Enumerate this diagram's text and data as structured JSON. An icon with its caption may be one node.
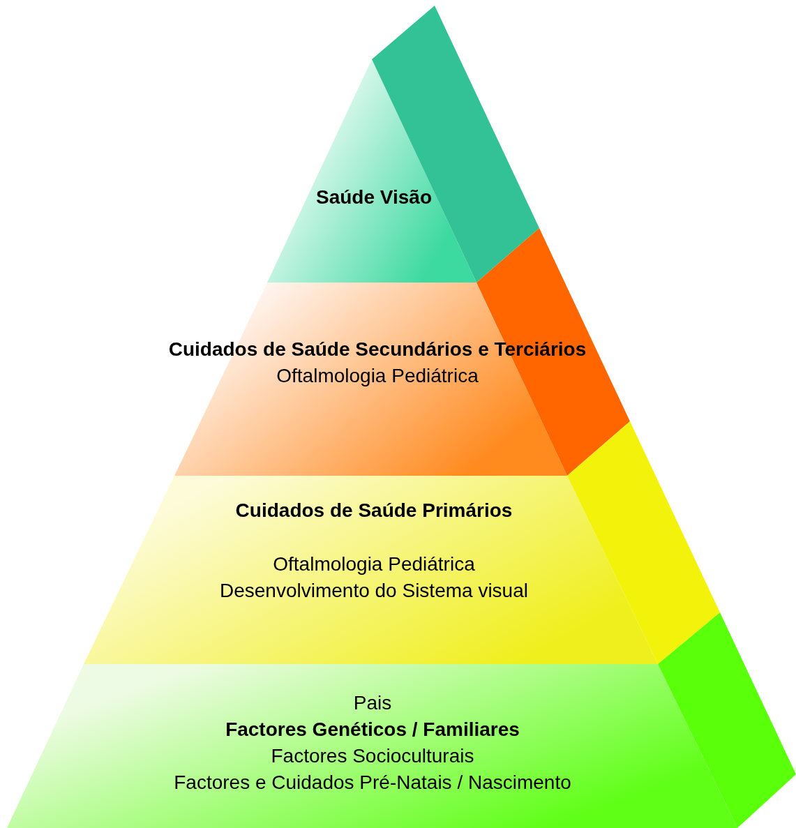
{
  "diagram": {
    "nodes": [
      {
        "text": [
          "Saúde Visão"
        ]
      },
      {
        "text": [
          "Cuidados de Saúde Secundários e Terciários",
          "Oftalmologia Pediátrica"
        ]
      },
      {
        "text": [
          "Cuidados de Saúde Primários",
          "Oftalmologia Pediátrica",
          "Desenvolvimento do Sistema visual"
        ]
      },
      {
        "text": [
          "Pais",
          "Factores Genéticos / Familiares",
          "Factores Socioculturais",
          "Factores e Cuidados Pré-Natais / Nascimento"
        ]
      }
    ]
  }
}
